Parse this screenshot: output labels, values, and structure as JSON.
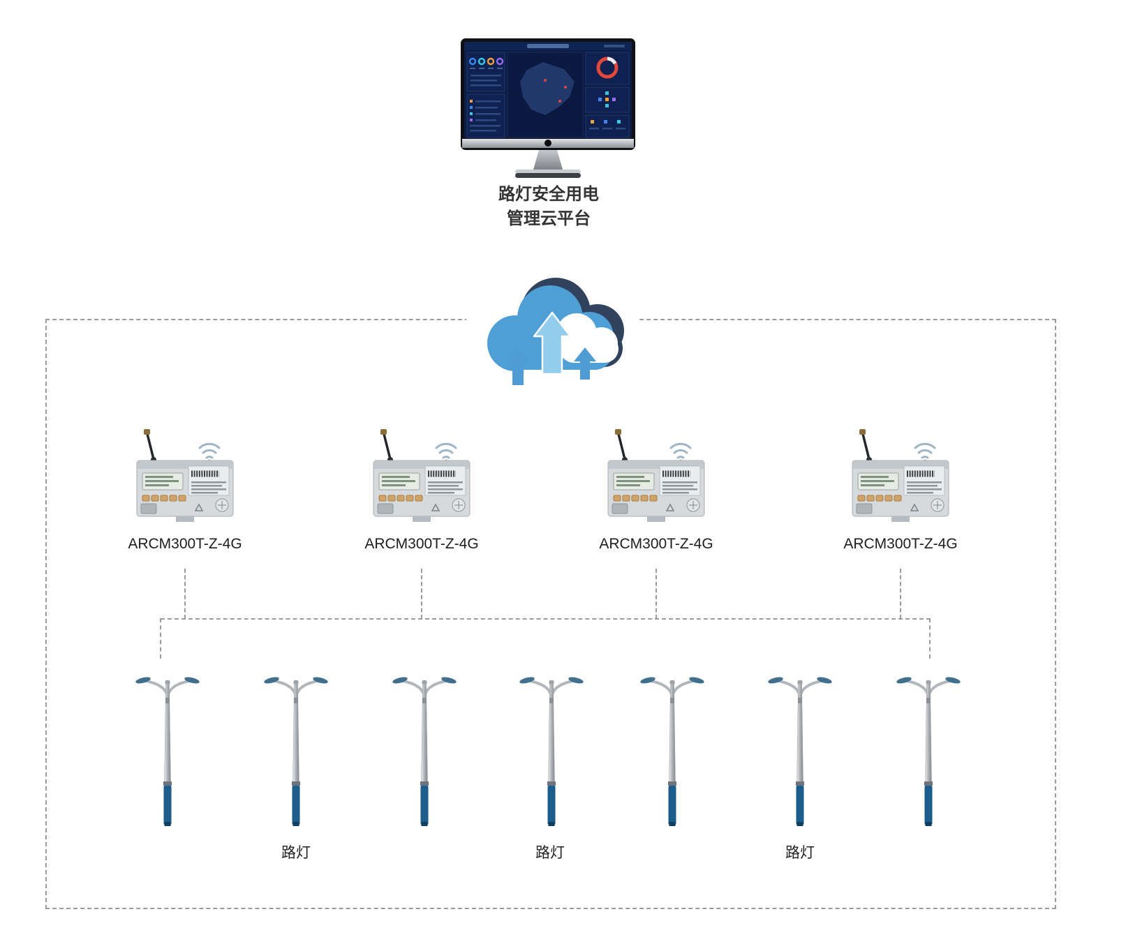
{
  "platform": {
    "title_line1": "路灯安全用电",
    "title_line2": "管理云平台"
  },
  "devices": [
    {
      "label": "ARCM300T-Z-4G"
    },
    {
      "label": "ARCM300T-Z-4G"
    },
    {
      "label": "ARCM300T-Z-4G"
    },
    {
      "label": "ARCM300T-Z-4G"
    }
  ],
  "streetlight_groups": [
    {
      "label": "路灯"
    },
    {
      "label": "路灯"
    },
    {
      "label": "路灯"
    }
  ],
  "streetlights_count": 7,
  "icons": {
    "cloud": "cloud-upload-icon",
    "wifi": "wifi-signal-icon",
    "antenna": "antenna-icon",
    "monitor": "dashboard-monitor"
  },
  "colors": {
    "cloud_blue": "#4d9fd6",
    "cloud_shadow": "#31425e",
    "arrow_light": "#93cdee",
    "arrow_mid": "#4f9cd5",
    "dashed_line": "#9b9b9b",
    "pole_blue": "#1c5d8c",
    "screen_navy": "#0c1c44",
    "label_text": "#333333"
  }
}
